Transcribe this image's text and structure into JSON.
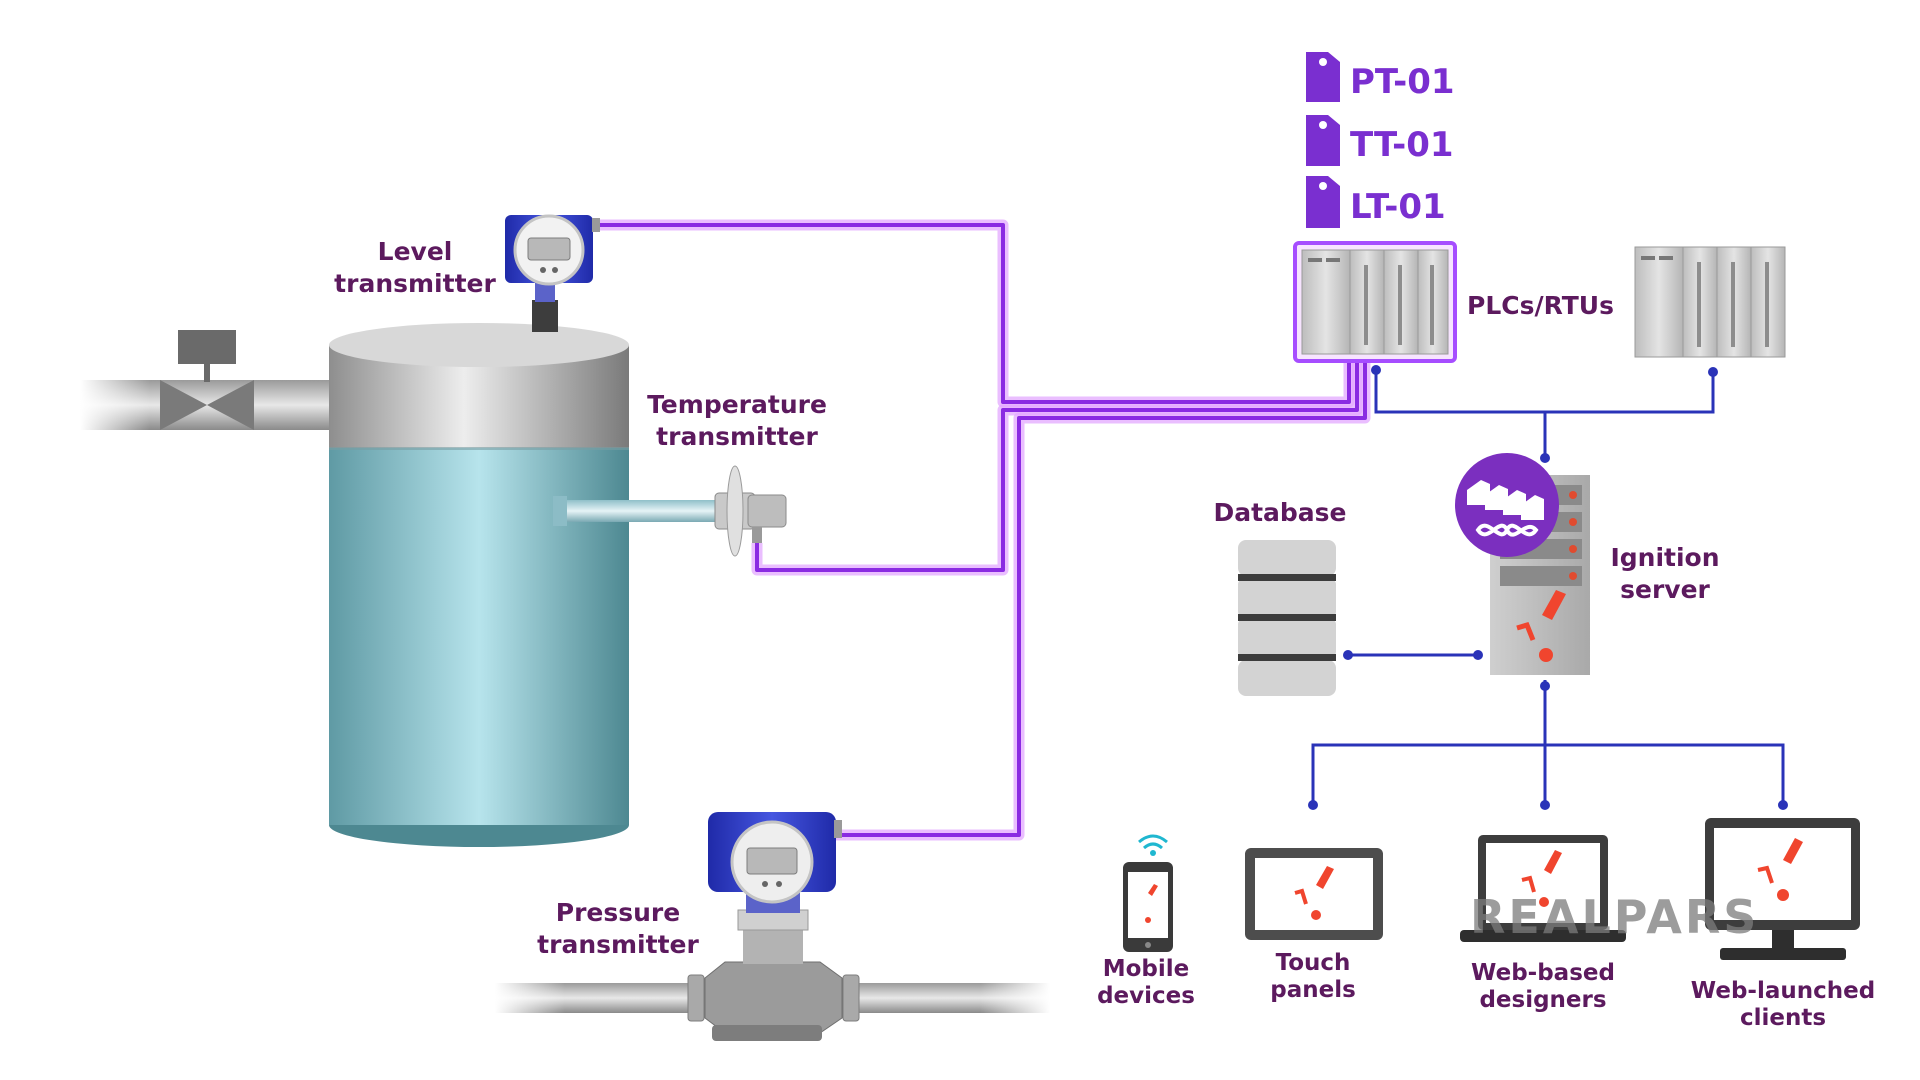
{
  "tags": [
    {
      "label": "PT-01"
    },
    {
      "label": "TT-01"
    },
    {
      "label": "LT-01"
    }
  ],
  "labels": {
    "level_line1": "Level",
    "level_line2": "transmitter",
    "temperature_line1": "Temperature",
    "temperature_line2": "transmitter",
    "pressure_line1": "Pressure",
    "pressure_line2": "transmitter",
    "plcs": "PLCs/RTUs",
    "database": "Database",
    "ignition_line1": "Ignition",
    "ignition_line2": "server"
  },
  "devices": [
    {
      "line1": "Mobile",
      "line2": "devices"
    },
    {
      "line1": "Touch",
      "line2": "panels"
    },
    {
      "line1": "Web-based",
      "line2": "designers"
    },
    {
      "line1": "Web-launched",
      "line2": "clients"
    }
  ],
  "watermark": "REALPARS",
  "colors": {
    "signal_wire": "#8a2be2",
    "network_wire": "#2a33b8",
    "tag": "#7a2fd0",
    "label_text": "#5c1a5e",
    "ignition_badge": "#7b2fbf",
    "alert_mark": "#f0452e",
    "tank_liquid": "#9fd3dc",
    "tank_top": "#c8c8c8"
  }
}
